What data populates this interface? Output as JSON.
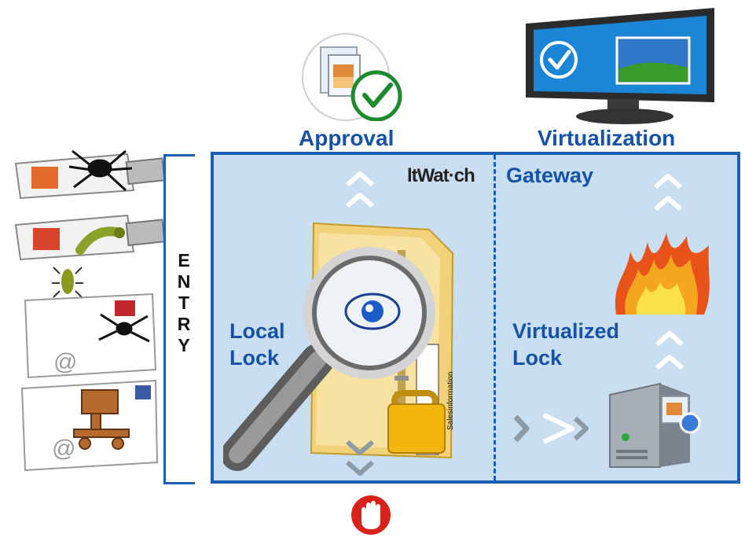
{
  "labels": {
    "approval": "Approval",
    "virtualization": "Virtualization",
    "gateway": "Gateway",
    "brand": "ltWat·ch",
    "local_lock_line1": "Local",
    "local_lock_line2": "Lock",
    "virtualized_lock_line1": "Virtualized",
    "virtualized_lock_line2": "Lock",
    "folder_tab": "Salesinformation",
    "mail_at": "@"
  },
  "entry": [
    "E",
    "N",
    "T",
    "R",
    "Y"
  ],
  "colors": {
    "accent_blue": "#1552a8",
    "panel_fill": "#c9def0",
    "check_green": "#1e8a2e",
    "stop_red": "#d8231d"
  },
  "icons": {
    "approval": "document-check-icon",
    "virtualization": "monitor-check-icon",
    "stop": "stop-hand-icon",
    "folder": "zipped-folder-icon",
    "magnifier": "magnifying-glass-icon",
    "lock": "padlock-icon",
    "fire": "firewall-flames-icon",
    "server": "server-tower-icon",
    "usb": "usb-stick-icon",
    "mail": "email-envelope-icon",
    "bug": "bug-icon"
  }
}
